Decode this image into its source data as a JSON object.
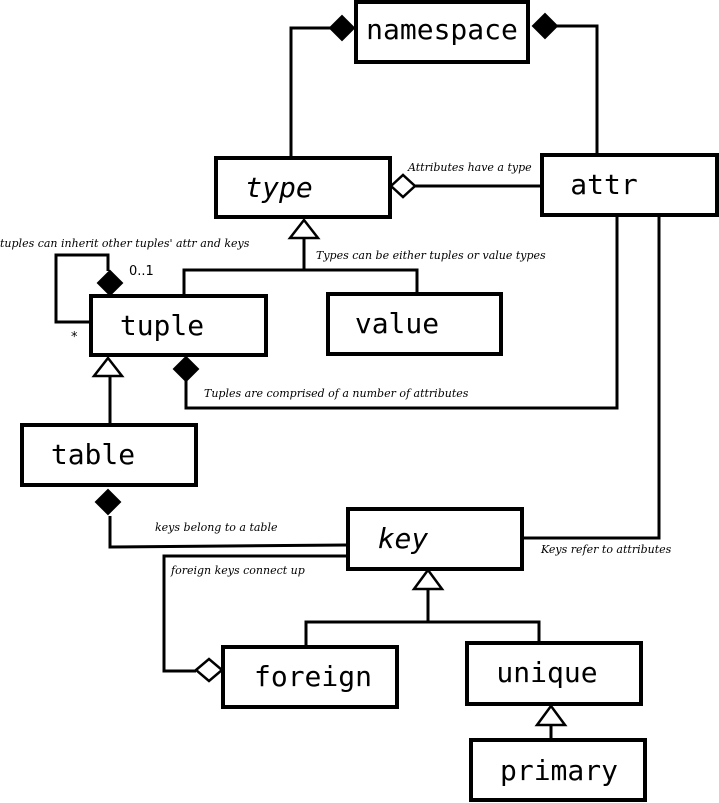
{
  "classes": {
    "namespace": "namespace",
    "type": "type",
    "attr": "attr",
    "tuple": "tuple",
    "value": "value",
    "table": "table",
    "key": "key",
    "foreign": "foreign",
    "unique": "unique",
    "primary": "primary"
  },
  "notes": {
    "attr_type": "Attributes have a type",
    "tuple_inherit": "tuples can inherit other tuples' attr and keys",
    "type_kinds": "Types can be either tuples or value types",
    "tuple_attrs": "Tuples are comprised of a number of attributes",
    "keys_table": "keys belong to a table",
    "keys_attrs": "Keys refer to attributes",
    "foreign_keys": "foreign keys connect up"
  },
  "multiplicity": {
    "parent": "0..1",
    "child": "*"
  }
}
